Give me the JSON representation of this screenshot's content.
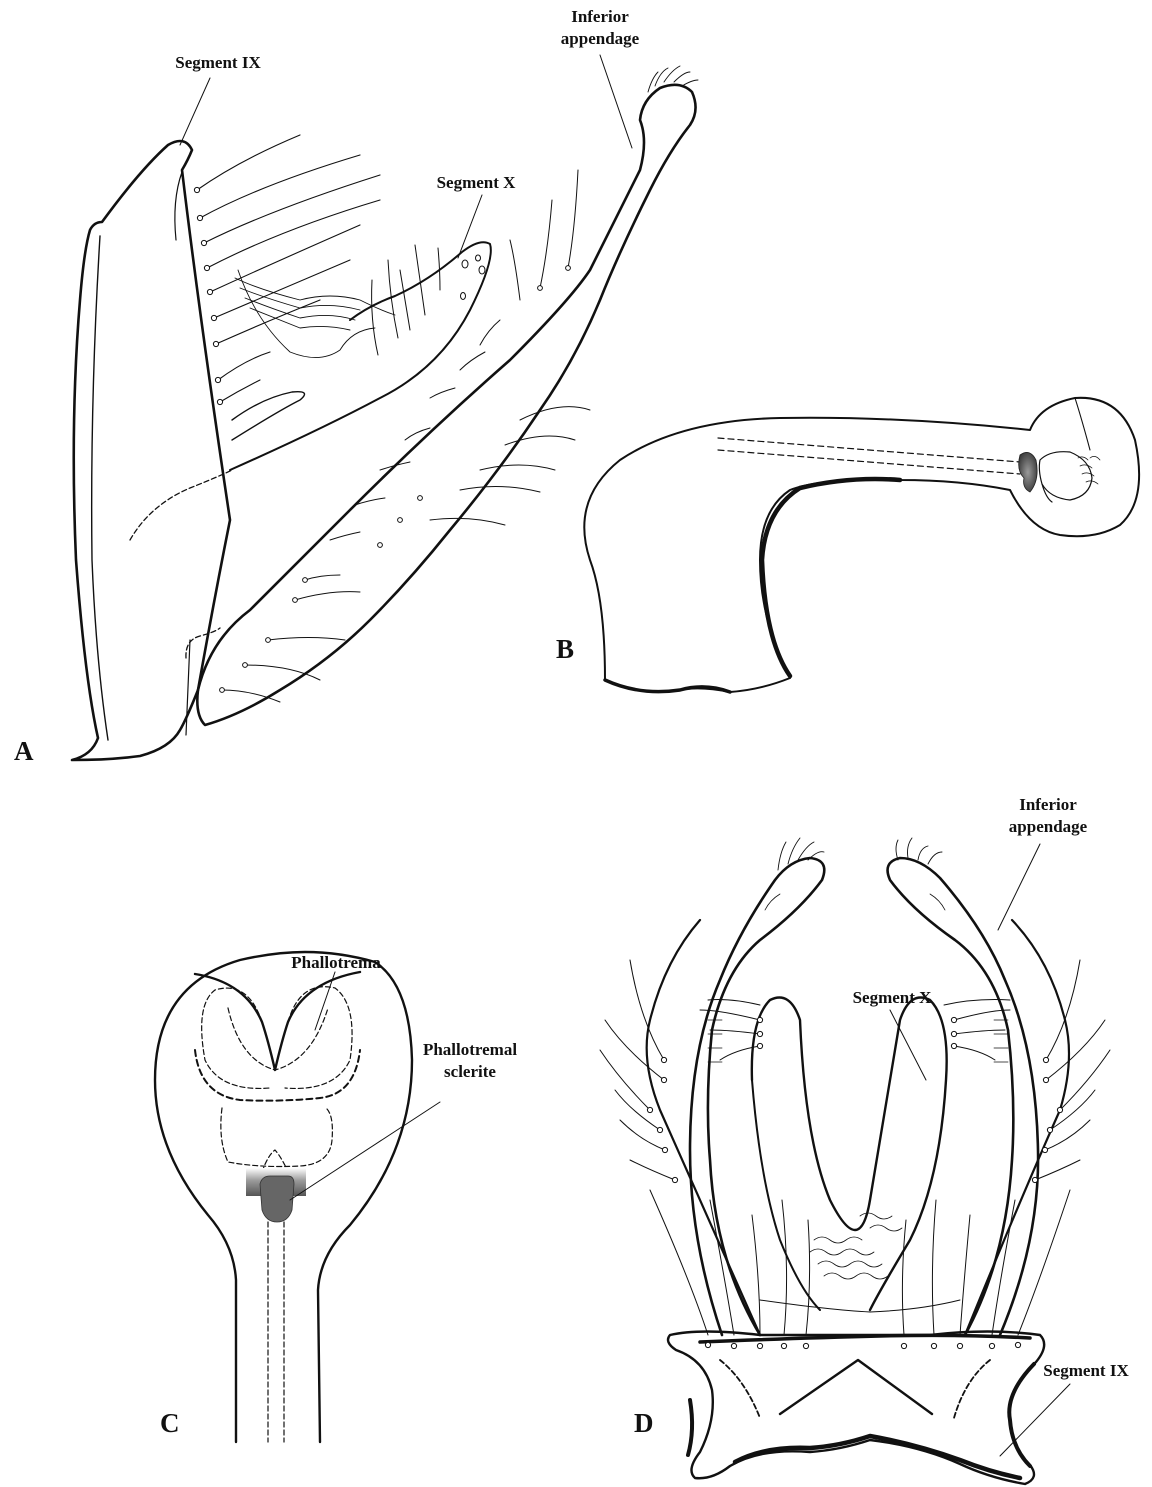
{
  "panel_labels": {
    "a": "A",
    "b": "B",
    "c": "C",
    "d": "D"
  },
  "labels": {
    "segment_ix": "Segment IX",
    "segment_x": "Segment X",
    "inferior_appendage_line1": "Inferior",
    "inferior_appendage_line2": "appendage",
    "phallotrema": "Phallotrema",
    "phallotremal_sclerite_line1": "Phallotremal",
    "phallotremal_sclerite_line2": "sclerite"
  }
}
